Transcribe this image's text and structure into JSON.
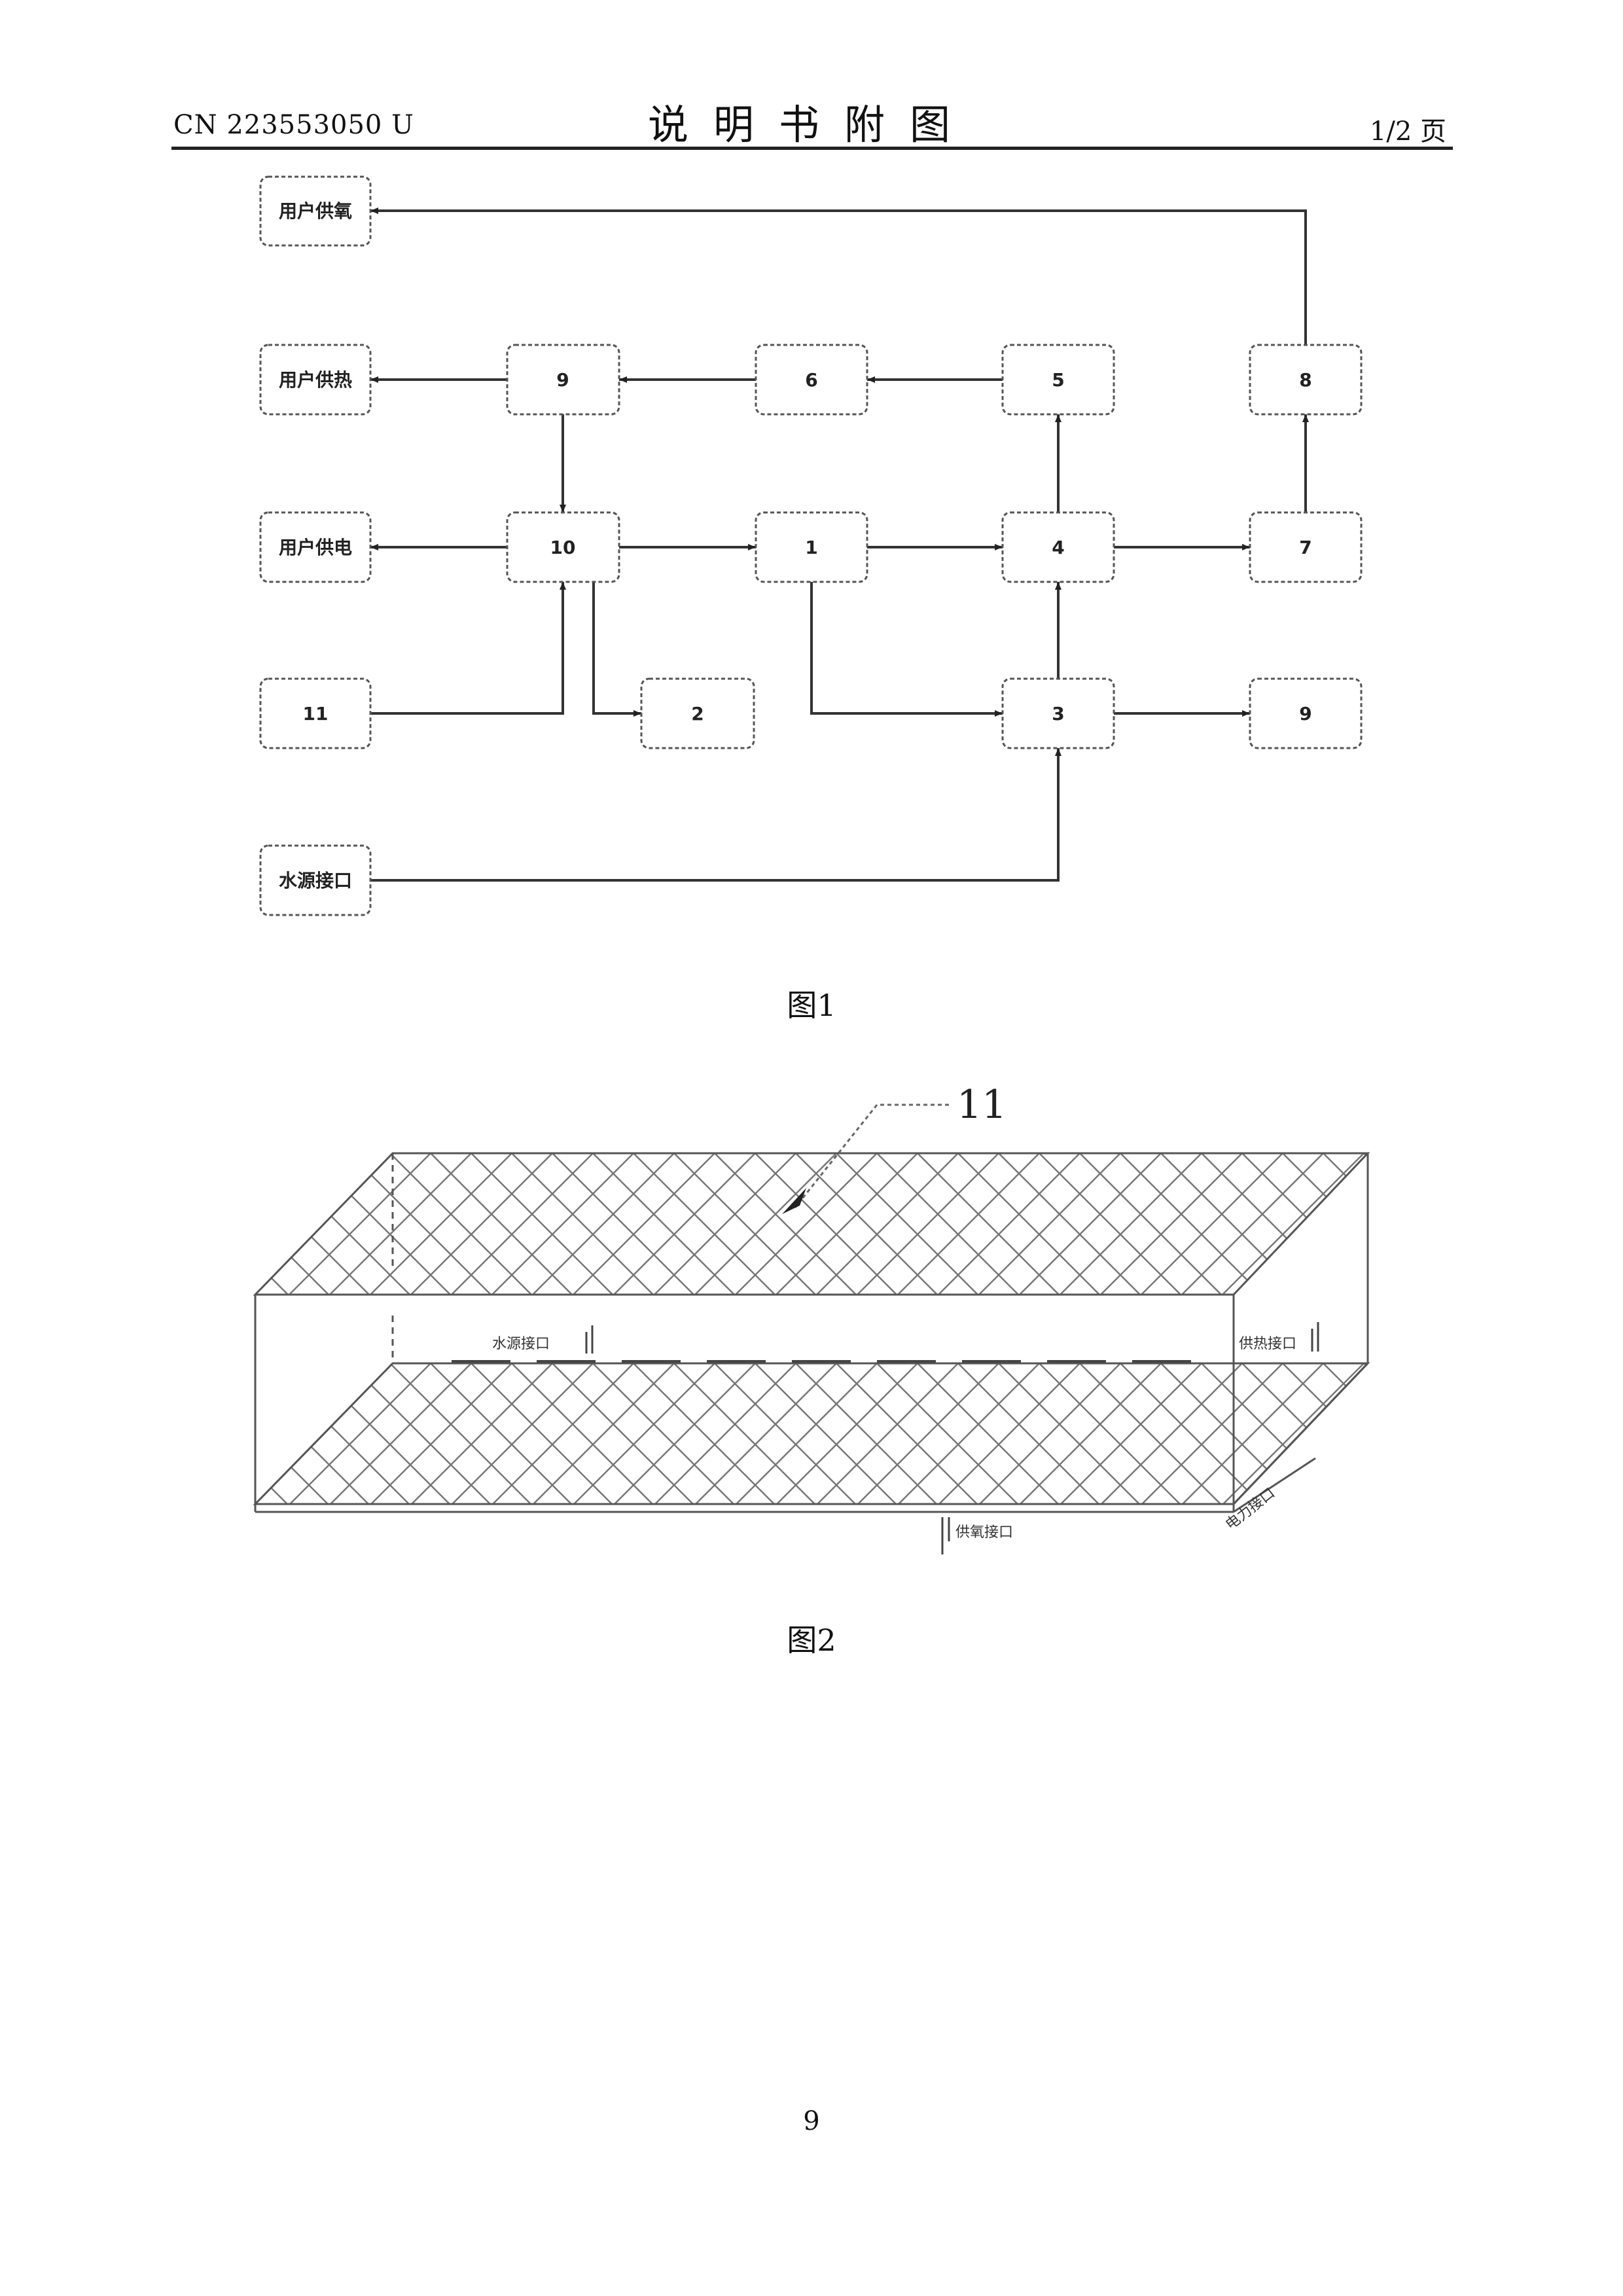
{
  "header": {
    "patent_no": "CN 223553050 U",
    "title": "说明书附图",
    "page_of": "1/2 页"
  },
  "figure1": {
    "caption": "图1",
    "boxes": {
      "user_oxygen": "用户供氧",
      "user_heat": "用户供热",
      "user_power": "用户供电",
      "water_interface": "水源接口",
      "b9_top": "9",
      "b6": "6",
      "b5": "5",
      "b8": "8",
      "b10": "10",
      "b1": "1",
      "b4": "4",
      "b7": "7",
      "b11": "11",
      "b2": "2",
      "b3": "3",
      "b9_bottom": "9"
    }
  },
  "figure2": {
    "caption": "图2",
    "callout": "11",
    "labels": {
      "water_port": "水源接口",
      "heat_port": "供热接口",
      "oxygen_port": "供氧接口",
      "power_port": "电力接口"
    }
  },
  "footer": {
    "page_number": "9"
  }
}
